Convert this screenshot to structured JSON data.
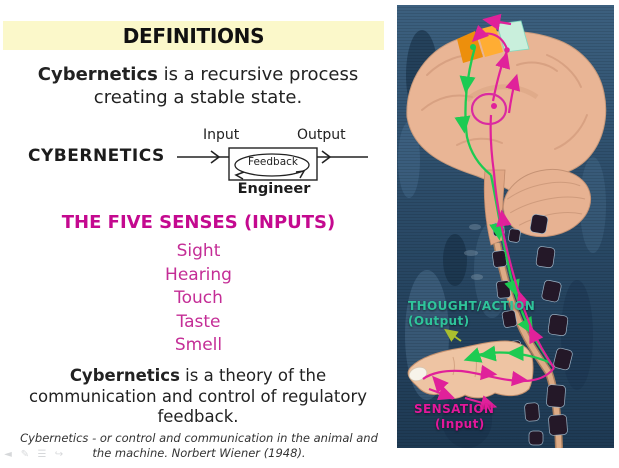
{
  "header": {
    "title": "DEFINITIONS"
  },
  "definition_primary": {
    "term": "Cybernetics",
    "rest": " is a recursive process creating a stable state."
  },
  "diagram": {
    "label": "CYBERNETICS",
    "input_label": "Input",
    "output_label": "Output",
    "feedback_label": "Feedback",
    "engineer_label": "Engineer"
  },
  "senses": {
    "heading": "THE FIVE SENSES (INPUTS)",
    "items": [
      "Sight",
      "Hearing",
      "Touch",
      "Taste",
      "Smell"
    ]
  },
  "definition_secondary": {
    "term": "Cybernetics",
    "rest": " is a theory of the communication and control of regulatory feedback."
  },
  "citation": "Cybernetics - or control and communication  in the animal and the machine. Norbert Wiener (1948).",
  "figure": {
    "output_label": "THOUGHT/ACTION",
    "output_sub": "(Output)",
    "input_label": "SENSATION",
    "input_sub": "(Input)"
  },
  "annotation_toolbar": {
    "icons": [
      "back-arrow-icon",
      "pen-icon",
      "menu-icon",
      "forward-arrow-icon"
    ]
  },
  "colors": {
    "banner_bg": "#FBF8CA",
    "heading_magenta": "#C4098F",
    "list_magenta": "#C42D96",
    "figure_green": "#1DCB52",
    "figure_magenta": "#E0219A",
    "figure_teal_label": "#2FC49B",
    "figure_orange": "#F59B16",
    "figure_mint": "#C9EFDC",
    "figure_bg_blue": "#2B4B68"
  }
}
